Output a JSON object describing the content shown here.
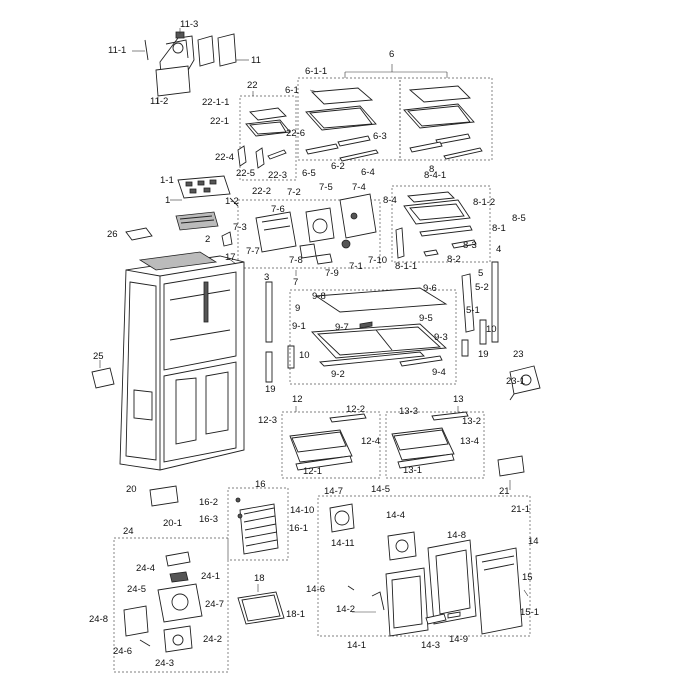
{
  "diagram": {
    "labels": [
      {
        "id": "11-3",
        "text": "11-3"
      },
      {
        "id": "11-1",
        "text": "11-1"
      },
      {
        "id": "11",
        "text": "11"
      },
      {
        "id": "11-2",
        "text": "11-2"
      },
      {
        "id": "6",
        "text": "6"
      },
      {
        "id": "6-1-1",
        "text": "6-1-1"
      },
      {
        "id": "6-1",
        "text": "6-1"
      },
      {
        "id": "22",
        "text": "22"
      },
      {
        "id": "22-1-1",
        "text": "22-1-1"
      },
      {
        "id": "22-1",
        "text": "22-1"
      },
      {
        "id": "22-6",
        "text": "22-6"
      },
      {
        "id": "6-3",
        "text": "6-3"
      },
      {
        "id": "22-4",
        "text": "22-4"
      },
      {
        "id": "6-2",
        "text": "6-2"
      },
      {
        "id": "6-5",
        "text": "6-5"
      },
      {
        "id": "6-4",
        "text": "6-4"
      },
      {
        "id": "8",
        "text": "8"
      },
      {
        "id": "8-4-1",
        "text": "8-4-1"
      },
      {
        "id": "22-5",
        "text": "22-5"
      },
      {
        "id": "22-3",
        "text": "22-3"
      },
      {
        "id": "1-1",
        "text": "1-1"
      },
      {
        "id": "22-2",
        "text": "22-2"
      },
      {
        "id": "7-2",
        "text": "7-2"
      },
      {
        "id": "7-5",
        "text": "7-5"
      },
      {
        "id": "7-4",
        "text": "7-4"
      },
      {
        "id": "8-4",
        "text": "8-4"
      },
      {
        "id": "8-1-2",
        "text": "8-1-2"
      },
      {
        "id": "1",
        "text": "1"
      },
      {
        "id": "1-2",
        "text": "1-2"
      },
      {
        "id": "8-5",
        "text": "8-5"
      },
      {
        "id": "7-6",
        "text": "7-6"
      },
      {
        "id": "7-3",
        "text": "7-3"
      },
      {
        "id": "8-1",
        "text": "8-1"
      },
      {
        "id": "26",
        "text": "26"
      },
      {
        "id": "2",
        "text": "2"
      },
      {
        "id": "8-3",
        "text": "8-3"
      },
      {
        "id": "4",
        "text": "4"
      },
      {
        "id": "7-7",
        "text": "7-7"
      },
      {
        "id": "17",
        "text": "17"
      },
      {
        "id": "7-8",
        "text": "7-8"
      },
      {
        "id": "7-9",
        "text": "7-9"
      },
      {
        "id": "7-1",
        "text": "7-1"
      },
      {
        "id": "7-10",
        "text": "7-10"
      },
      {
        "id": "8-2",
        "text": "8-2"
      },
      {
        "id": "8-1-1",
        "text": "8-1-1"
      },
      {
        "id": "3",
        "text": "3"
      },
      {
        "id": "7",
        "text": "7"
      },
      {
        "id": "5",
        "text": "5"
      },
      {
        "id": "5-2",
        "text": "5-2"
      },
      {
        "id": "9-8",
        "text": "9-8"
      },
      {
        "id": "9-6",
        "text": "9-6"
      },
      {
        "id": "9",
        "text": "9"
      },
      {
        "id": "5-1",
        "text": "5-1"
      },
      {
        "id": "9-5",
        "text": "9-5"
      },
      {
        "id": "9-1",
        "text": "9-1"
      },
      {
        "id": "9-7",
        "text": "9-7"
      },
      {
        "id": "10a",
        "text": "10"
      },
      {
        "id": "9-3",
        "text": "9-3"
      },
      {
        "id": "10b",
        "text": "10"
      },
      {
        "id": "19a",
        "text": "19"
      },
      {
        "id": "23",
        "text": "23"
      },
      {
        "id": "25",
        "text": "25"
      },
      {
        "id": "9-2",
        "text": "9-2"
      },
      {
        "id": "9-4",
        "text": "9-4"
      },
      {
        "id": "23-1",
        "text": "23-1"
      },
      {
        "id": "19b",
        "text": "19"
      },
      {
        "id": "12",
        "text": "12"
      },
      {
        "id": "13",
        "text": "13"
      },
      {
        "id": "12-2",
        "text": "12-2"
      },
      {
        "id": "13-3",
        "text": "13-3"
      },
      {
        "id": "12-3",
        "text": "12-3"
      },
      {
        "id": "13-2",
        "text": "13-2"
      },
      {
        "id": "12-4",
        "text": "12-4"
      },
      {
        "id": "13-4",
        "text": "13-4"
      },
      {
        "id": "12-1",
        "text": "12-1"
      },
      {
        "id": "13-1",
        "text": "13-1"
      },
      {
        "id": "16",
        "text": "16"
      },
      {
        "id": "20",
        "text": "20"
      },
      {
        "id": "14-7",
        "text": "14-7"
      },
      {
        "id": "14-5",
        "text": "14-5"
      },
      {
        "id": "21",
        "text": "21"
      },
      {
        "id": "16-2",
        "text": "16-2"
      },
      {
        "id": "20-1",
        "text": "20-1"
      },
      {
        "id": "14-10",
        "text": "14-10"
      },
      {
        "id": "21-1",
        "text": "21-1"
      },
      {
        "id": "16-3",
        "text": "16-3"
      },
      {
        "id": "16-1",
        "text": "16-1"
      },
      {
        "id": "14-4",
        "text": "14-4"
      },
      {
        "id": "14-11",
        "text": "14-11"
      },
      {
        "id": "24",
        "text": "24"
      },
      {
        "id": "14-8",
        "text": "14-8"
      },
      {
        "id": "14",
        "text": "14"
      },
      {
        "id": "24-4",
        "text": "24-4"
      },
      {
        "id": "24-1",
        "text": "24-1"
      },
      {
        "id": "18",
        "text": "18"
      },
      {
        "id": "15",
        "text": "15"
      },
      {
        "id": "24-5",
        "text": "24-5"
      },
      {
        "id": "14-6",
        "text": "14-6"
      },
      {
        "id": "24-7",
        "text": "24-7"
      },
      {
        "id": "18-1",
        "text": "18-1"
      },
      {
        "id": "14-2",
        "text": "14-2"
      },
      {
        "id": "15-1",
        "text": "15-1"
      },
      {
        "id": "24-8",
        "text": "24-8"
      },
      {
        "id": "24-2",
        "text": "24-2"
      },
      {
        "id": "14-1",
        "text": "14-1"
      },
      {
        "id": "14-3",
        "text": "14-3"
      },
      {
        "id": "14-9",
        "text": "14-9"
      },
      {
        "id": "24-6",
        "text": "24-6"
      },
      {
        "id": "24-3",
        "text": "24-3"
      }
    ]
  }
}
